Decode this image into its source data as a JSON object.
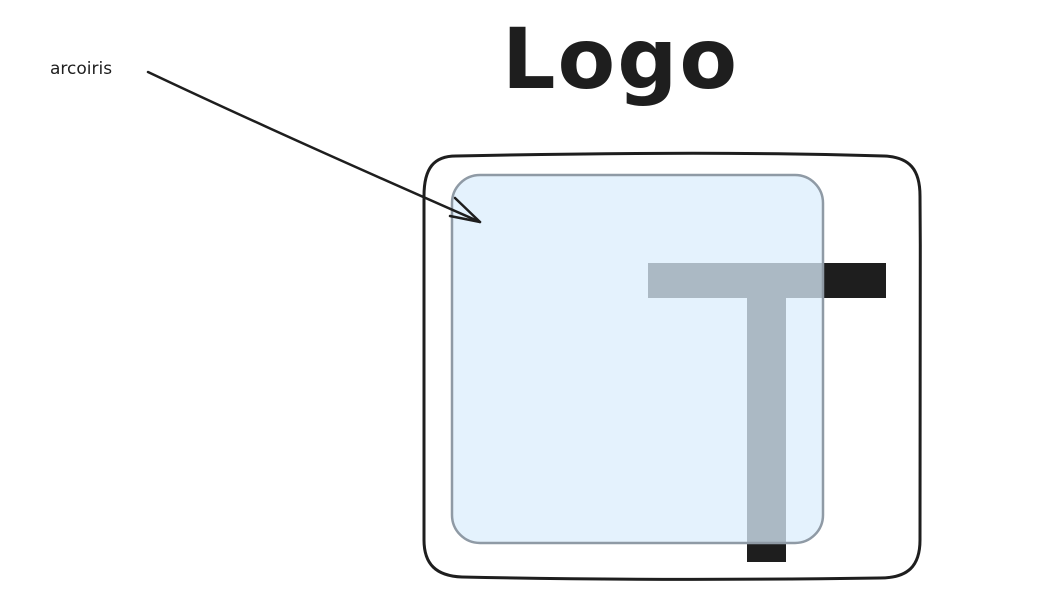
{
  "title": "Logo",
  "annotation": "arcoiris",
  "glyph": "T",
  "colors": {
    "stroke": "#1e1e1e",
    "rainbow_fill": "#dbedfc",
    "rainbow_stroke": "#8f9aa5",
    "glyph_fill": "#1e1e1e"
  }
}
